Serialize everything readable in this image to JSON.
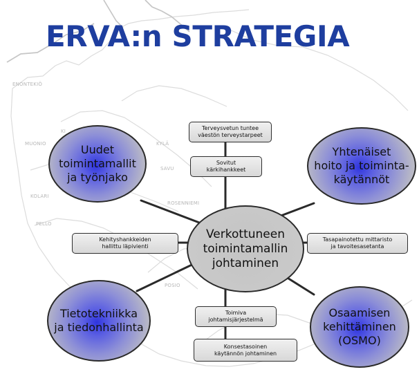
{
  "title": "ERVA:n STRATEGIA",
  "colors": {
    "title": "#1e3e9f",
    "ellipse_core": "#2f35df",
    "ellipse_edge": "#c8c8c8",
    "box_fill": "#e2e2e2",
    "outline": "#2a2a2a",
    "map_lines": "#d9d9d9"
  },
  "map_labels": {
    "enontekio": "ENONTEKIÖ",
    "muonio": "MUONIO",
    "ki": "KI",
    "kyla": "KYLÄ",
    "savu": "SAVU",
    "kolari": "KOLARI",
    "rosenniemi": "ROSENNIEMI",
    "pello": "PELLO",
    "posio": "POSIO"
  },
  "ellipses": {
    "top_left": "Uudet\ntoimintamallit\nja työnjako",
    "top_right": "Yhtenäiset\nhoito ja toiminta-\nkäytännöt",
    "center": "Verkottuneen\ntoimintamallin\njohtaminen",
    "bottom_left": "Tietotekniikka\nja tiedonhallinta",
    "bottom_right": "Osaamisen\nkehittäminen\n(OSMO)"
  },
  "boxes": {
    "top1": "Terveysvetun tuntee\nväestön terveystarpeet",
    "top2": "Sovitut\nkärkihankkeet",
    "left": "Kehityshankkeiden\nhallittu läpivienti",
    "right": "Tasapainotettu mittaristo\nja tavoitesasetanta",
    "bottom1": "Toimiva\njohtamisjärjestelmä",
    "bottom2": "Konsestasoinen\nkäytännön johtaminen"
  }
}
